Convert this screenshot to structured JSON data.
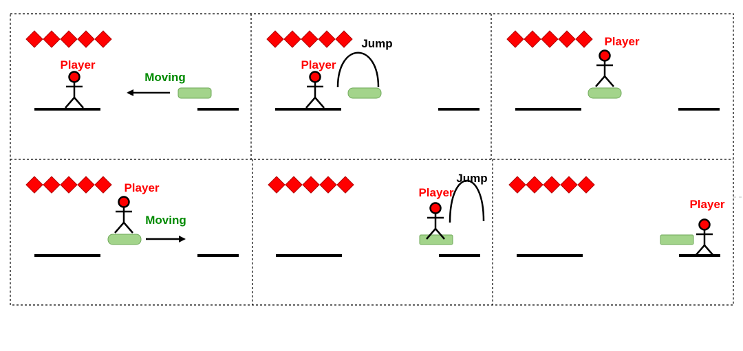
{
  "colors": {
    "lives": "#ff0000",
    "player_label": "#ff0000",
    "player_head": "#ff0000",
    "moving_label": "#008a00",
    "jump_label": "#000000",
    "platform_fill": "#a3d48b",
    "platform_stroke": "#6fa85a",
    "frame_border": "#000000"
  },
  "icons": {
    "life": "red-diamond-icon",
    "player": "stick-figure-icon",
    "arrow": "arrow-icon",
    "jump": "jump-arc-icon"
  },
  "lives_per_panel": 5,
  "panels": [
    {
      "id": "p1",
      "player_label": "Player",
      "action_label": "Moving",
      "action": "moving",
      "direction": "left"
    },
    {
      "id": "p2",
      "player_label": "Player",
      "action_label": "Jump",
      "action": "jump"
    },
    {
      "id": "p3",
      "player_label": "Player",
      "action_label": "",
      "action": "none"
    },
    {
      "id": "p4",
      "player_label": "Player",
      "action_label": "Moving",
      "action": "moving",
      "direction": "right"
    },
    {
      "id": "p5",
      "player_label": "Player",
      "action_label": "Jump",
      "action": "jump"
    },
    {
      "id": "p6",
      "player_label": "Player",
      "action_label": "",
      "action": "none"
    }
  ]
}
